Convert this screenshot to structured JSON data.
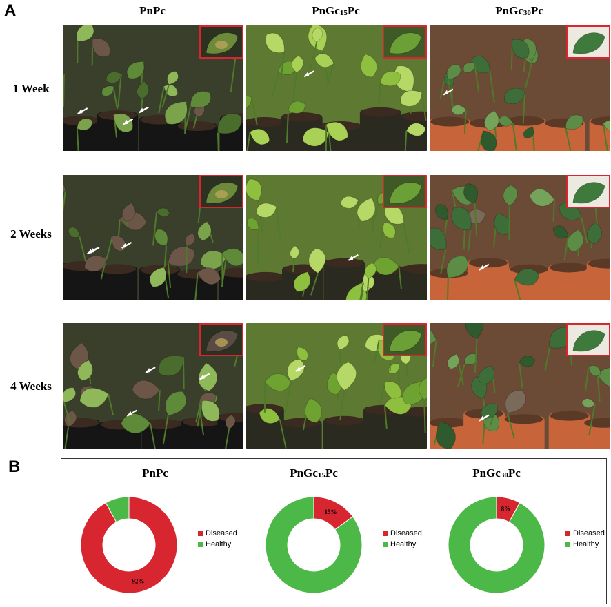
{
  "panel_a": {
    "letter": "A",
    "columns": [
      "PnPc",
      "PnGc15Pc",
      "PnGc30Pc"
    ],
    "column_labels": [
      {
        "main": "PnPc",
        "sub": "",
        "tail": ""
      },
      {
        "main": "PnGc",
        "sub": "15",
        "tail": "Pc"
      },
      {
        "main": "PnGc",
        "sub": "30",
        "tail": "Pc"
      }
    ],
    "rows": [
      "1 Week",
      "2 Weeks",
      "4 Weeks"
    ]
  },
  "panel_b": {
    "letter": "B",
    "colors": {
      "diseased": "#d7262f",
      "healthy": "#4cb848"
    }
  },
  "chart_data": [
    {
      "type": "pie",
      "title": "PnPc",
      "categories": [
        "Diseased",
        "Healthy"
      ],
      "values": [
        92,
        8
      ],
      "data_labels": [
        "92%",
        ""
      ],
      "legend": "right"
    },
    {
      "type": "pie",
      "title": "PnGc15Pc",
      "categories": [
        "Diseased",
        "Healthy"
      ],
      "values": [
        15,
        85
      ],
      "data_labels": [
        "15%",
        ""
      ],
      "legend": "right"
    },
    {
      "type": "pie",
      "title": "PnGc30Pc",
      "categories": [
        "Diseased",
        "Healthy"
      ],
      "values": [
        8,
        92
      ],
      "data_labels": [
        "8%",
        ""
      ],
      "legend": "right"
    }
  ]
}
